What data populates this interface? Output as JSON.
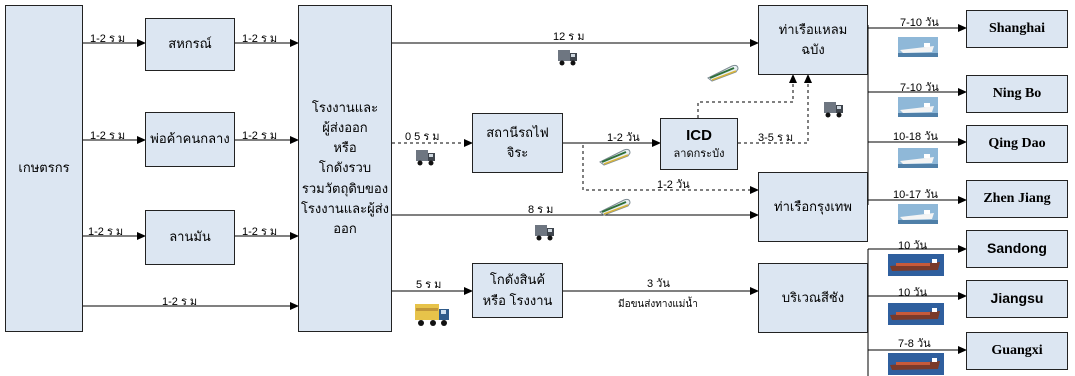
{
  "nodes": {
    "farmers": "เกษตรกร",
    "cooperative": "สหกรณ์",
    "middleman": "พ่อค้าคนกลาง",
    "yard": "ลานมัน",
    "factory": [
      "โรงงานและ",
      "ผู้ส่งออก",
      "หรือ",
      "โกดังรวบ",
      "รวมวัตถุดิบของ",
      "โรงงานและผู้ส่ง",
      "ออก"
    ],
    "rail_station": [
      "สถานีรถไฟ",
      "จิระ"
    ],
    "icd": [
      "ICD",
      "ลาดกระบัง"
    ],
    "laem_chabang": [
      "ท่าเรือแหลม",
      "ฉบัง"
    ],
    "bangkok_port": "ท่าเรือกรุงเทพ",
    "warehouse": [
      "โกดังสินค้",
      "หรือ โรงงาน"
    ],
    "si_chang": "บริเวณสีชัง",
    "shanghai": "Shanghai",
    "ningbo": "Ning Bo",
    "qingdao": "Qing Dao",
    "zhenjiang": "Zhen Jiang",
    "sandong": "Sandong",
    "jiangsu": "Jiangsu",
    "guangxi": "Guangxi"
  },
  "labels": {
    "farm_coop": "1-2 ร ม",
    "farm_mid": "1-2 ร ม",
    "farm_yard": "1-2 ร ม",
    "farm_fac": "1-2 ร ม",
    "coop_fac": "1-2 ร ม",
    "mid_fac": "1-2 ร ม",
    "yard_fac": "1-2 ร ม",
    "fac_laem": "12 ร ม",
    "fac_rail": "0 5 ร ม",
    "fac_bkk": "8 ร ม",
    "fac_wh": "5 ร ม",
    "rail_icd": "1-2 วัน",
    "rail_bkk": "1-2 วัน",
    "icd_laem": "3-5 ร ม",
    "wh_sichang": "3 วัน",
    "wh_sichang_sub": "มีอขนส่งทางแม่น้ำ",
    "to_shanghai": "7-10 วัน",
    "to_ningbo": "7-10 วัน",
    "to_qingdao": "10-18 วัน",
    "to_zhenjiang": "10-17 วัน",
    "to_sandong": "10 วัน",
    "to_jiangsu": "10 วัน",
    "to_guangxi": "7-8 วัน"
  },
  "icons": {
    "truck": "truck-icon",
    "train": "train-icon",
    "ship": "ship-icon",
    "cargo_ship": "cargo-ship-icon"
  }
}
